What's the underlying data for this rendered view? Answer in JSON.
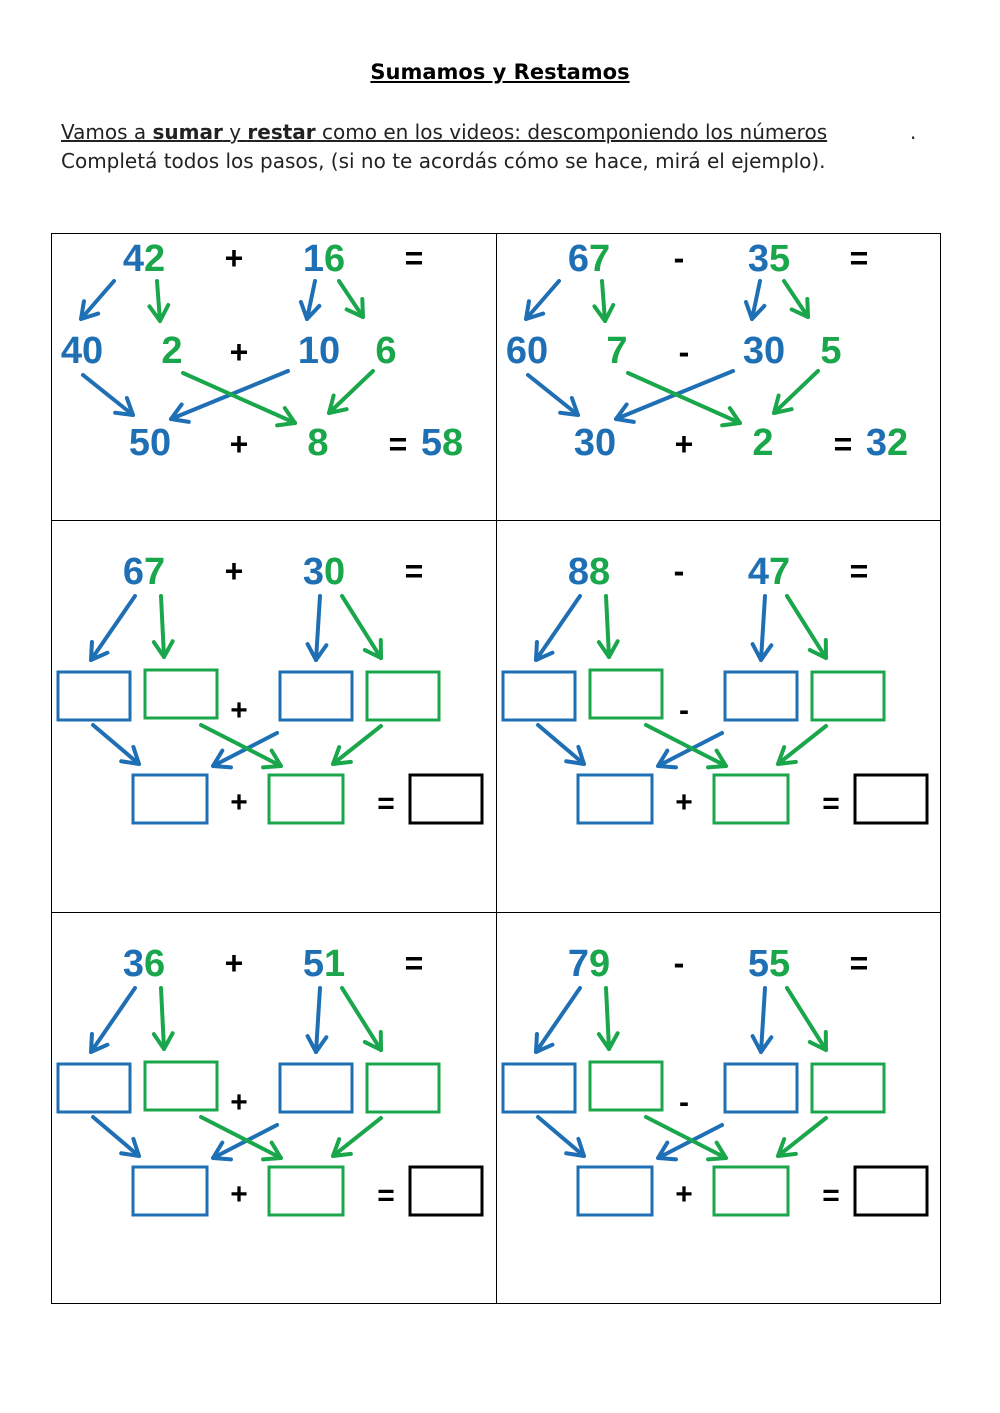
{
  "title": "Sumamos y Restamos",
  "instructions": {
    "line1_a": "Vamos a ",
    "line1_sumar": "sumar",
    "line1_b": " y ",
    "line1_restar": "restar",
    "line1_c": " como en los videos: descomponiendo los números",
    "line1_end": ".",
    "line2": "Completá todos los pasos, (si no te acordás cómo se hace, mirá el ejemplo)."
  },
  "colors": {
    "tens": "#1f6fb5",
    "units": "#1aa64b",
    "ink": "#000000"
  },
  "problems": [
    {
      "id": "p1",
      "a": [
        "4",
        "2"
      ],
      "op": "+",
      "b": [
        "1",
        "6"
      ],
      "eq": "=",
      "solved": true,
      "a_tens": "40",
      "a_units": "2",
      "b_tens": "10",
      "b_units": "6",
      "sum_tens": "50",
      "sum_units": "8",
      "result": [
        "5",
        "8"
      ]
    },
    {
      "id": "p2",
      "a": [
        "6",
        "7"
      ],
      "op": "-",
      "b": [
        "3",
        "5"
      ],
      "eq": "=",
      "solved": true,
      "a_tens": "60",
      "a_units": "7",
      "b_tens": "30",
      "b_units": "5",
      "sum_tens": "30",
      "sum_units": "2",
      "result": [
        "3",
        "2"
      ]
    },
    {
      "id": "p3",
      "a": [
        "6",
        "7"
      ],
      "op": "+",
      "b": [
        "3",
        "0"
      ],
      "eq": "=",
      "solved": false
    },
    {
      "id": "p4",
      "a": [
        "8",
        "8"
      ],
      "op": "-",
      "b": [
        "4",
        "7"
      ],
      "eq": "=",
      "solved": false
    },
    {
      "id": "p5",
      "a": [
        "3",
        "6"
      ],
      "op": "+",
      "b": [
        "5",
        "1"
      ],
      "eq": "=",
      "solved": false
    },
    {
      "id": "p6",
      "a": [
        "7",
        "9"
      ],
      "op": "-",
      "b": [
        "5",
        "5"
      ],
      "eq": "=",
      "solved": false
    }
  ],
  "second_op": "+",
  "final_eq": "="
}
